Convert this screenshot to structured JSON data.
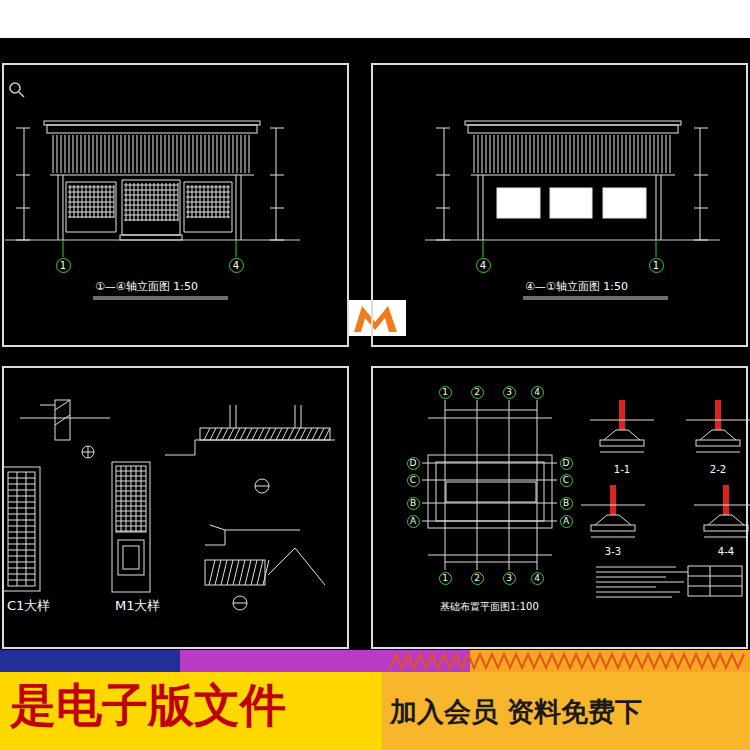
{
  "diagram": {
    "nodes": [
      {
        "text": [
          "①—④轴立面图 1:50"
        ]
      },
      {
        "text": [
          "④—①轴立面图 1:50"
        ]
      },
      {
        "text": [
          "C1大样",
          "M1大样"
        ]
      },
      {
        "text": [
          "基础布置平面图1:100"
        ]
      },
      {
        "text": [
          "是电子版文件",
          "加入会员 资料免费下"
        ]
      }
    ],
    "labels": [
      "1",
      "4",
      "4",
      "1",
      "1",
      "2",
      "3",
      "4",
      "1",
      "2",
      "3",
      "4",
      "D",
      "C",
      "B",
      "A",
      "D",
      "C",
      "B",
      "A",
      "1-1",
      "2-2",
      "3-3",
      "4-4"
    ]
  }
}
